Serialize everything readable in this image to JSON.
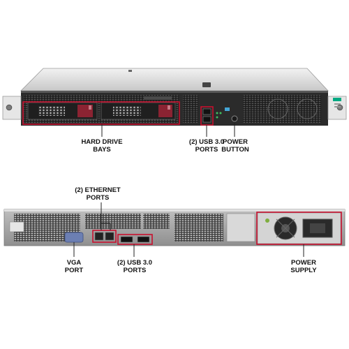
{
  "front_view": {
    "callouts": {
      "hard_drive_bays": "HARD DRIVE\nBAYS",
      "usb_ports": "(2) USB 3.0\nPORTS",
      "power_button": "POWER\nBUTTON"
    }
  },
  "rear_view": {
    "callouts": {
      "ethernet_ports": "(2) ETHERNET\nPORTS",
      "vga_port": "VGA\nPORT",
      "usb_ports": "(2) USB 3.0\nPORTS",
      "power_supply": "POWER\nSUPPLY"
    }
  },
  "colors": {
    "highlight": "#c8102e",
    "chassis_light": "#d7d7d7",
    "chassis_dark": "#2b2b2b",
    "drive_accent": "#8b2332",
    "hpe_green": "#01a982"
  }
}
